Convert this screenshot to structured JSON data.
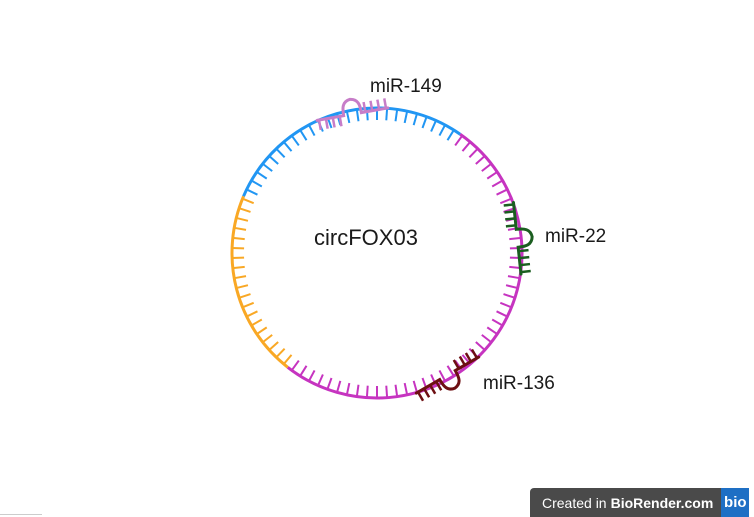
{
  "circrna": {
    "name": "circFOX03",
    "segments": [
      {
        "color": "#2196F3",
        "start_deg": 293,
        "end_deg": 35
      },
      {
        "color": "#C634C0",
        "start_deg": 35,
        "end_deg": 218
      },
      {
        "color": "#F9A825",
        "start_deg": 218,
        "end_deg": 293
      }
    ]
  },
  "mirnas": [
    {
      "id": "mir149",
      "label": "miR-149",
      "color": "#C77DC8",
      "angle_deg": 350
    },
    {
      "id": "mir22",
      "label": "miR-22",
      "color": "#1B5E20",
      "angle_deg": 84
    },
    {
      "id": "mir136",
      "label": "miR-136",
      "color": "#6D0F12",
      "angle_deg": 150
    }
  ],
  "watermark": {
    "prefix": "Created in",
    "brand": "BioRender.com",
    "logo": "bio"
  }
}
